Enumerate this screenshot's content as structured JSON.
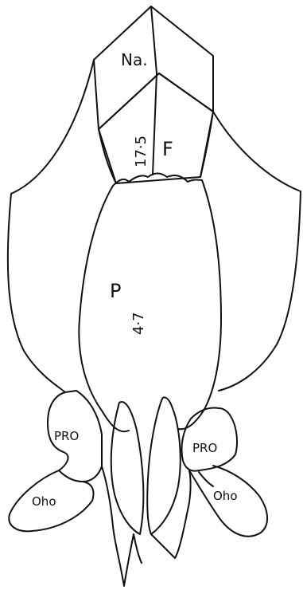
{
  "diagram": {
    "bones": [
      {
        "id": "nasal",
        "label": "Na."
      },
      {
        "id": "frontal",
        "label": "F",
        "value": "17·5"
      },
      {
        "id": "parietal",
        "label": "P",
        "value": "4·7"
      },
      {
        "id": "prootic_left",
        "label": "PRO"
      },
      {
        "id": "prootic_right",
        "label": "PRO"
      },
      {
        "id": "opisthotic_left",
        "label": "Oho"
      },
      {
        "id": "opisthotic_right",
        "label": "Oho"
      }
    ]
  }
}
